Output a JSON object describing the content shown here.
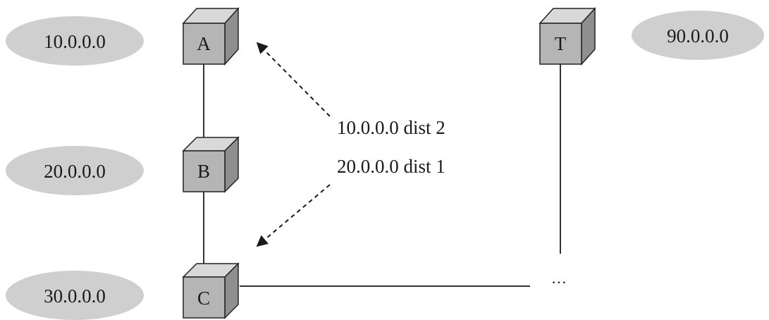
{
  "networks": [
    {
      "id": "net-a",
      "label": "10.0.0.0"
    },
    {
      "id": "net-b",
      "label": "20.0.0.0"
    },
    {
      "id": "net-c",
      "label": "30.0.0.0"
    },
    {
      "id": "net-t",
      "label": "90.0.0.0"
    }
  ],
  "routers": [
    {
      "id": "router-a",
      "label": "A"
    },
    {
      "id": "router-b",
      "label": "B"
    },
    {
      "id": "router-c",
      "label": "C"
    },
    {
      "id": "router-t",
      "label": "T"
    }
  ],
  "message": {
    "line1": "10.0.0.0 dist 2",
    "line2": "20.0.0.0 dist 1"
  },
  "ellipsis": "…",
  "colors": {
    "network_fill": "#cfcfcf",
    "cube_front": "#b5b5b5",
    "cube_top": "#d9d9d9",
    "cube_side": "#8f8f8f",
    "line": "#333333"
  }
}
